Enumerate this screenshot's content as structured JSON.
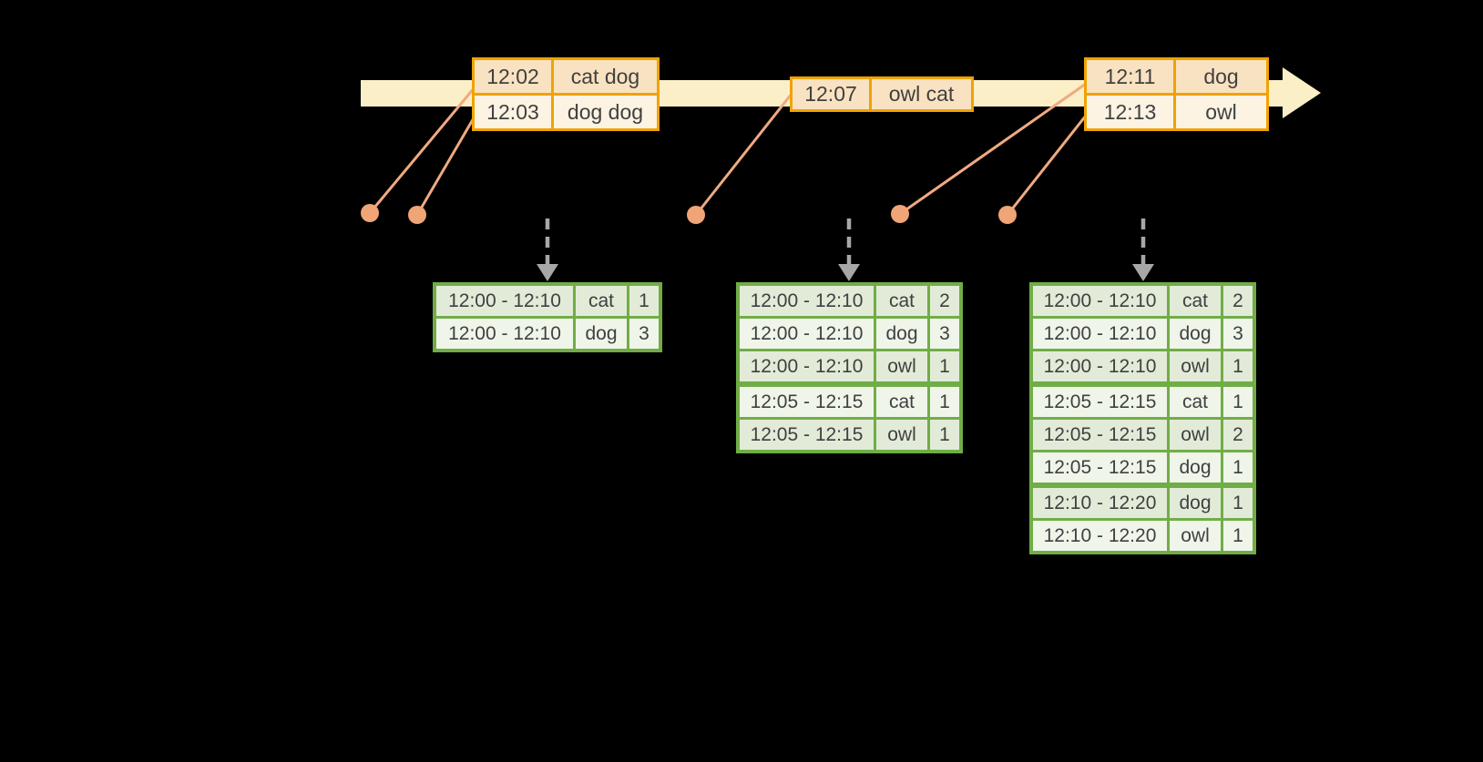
{
  "colors": {
    "background": "#000000",
    "timeline_fill": "#FBEFC7",
    "event_table_border": "#F0A202",
    "event_row_dark": "#F9E2C1",
    "event_row_light": "#FCF3E2",
    "connector_line": "#F0AA80",
    "connector_dot": "#F0A577",
    "trigger_arrow_gray": "#A7A7A7",
    "result_table_border": "#70AD47",
    "result_row_dark": "#E2EBD8",
    "result_row_light": "#F0F5EA",
    "text": "#404040"
  },
  "event_tables": [
    {
      "rows": [
        {
          "time": "12:02",
          "words": "cat dog"
        },
        {
          "time": "12:03",
          "words": "dog dog"
        }
      ]
    },
    {
      "rows": [
        {
          "time": "12:07",
          "words": "owl cat"
        }
      ]
    },
    {
      "rows": [
        {
          "time": "12:11",
          "words": "dog"
        },
        {
          "time": "12:13",
          "words": "owl"
        }
      ]
    }
  ],
  "result_tables": [
    {
      "rows": [
        {
          "window": "12:00 - 12:10",
          "word": "cat",
          "count": "1"
        },
        {
          "window": "12:00 - 12:10",
          "word": "dog",
          "count": "3"
        }
      ]
    },
    {
      "rows": [
        {
          "window": "12:00 - 12:10",
          "word": "cat",
          "count": "2"
        },
        {
          "window": "12:00 - 12:10",
          "word": "dog",
          "count": "3"
        },
        {
          "window": "12:00 - 12:10",
          "word": "owl",
          "count": "1"
        },
        {
          "window": "12:05 - 12:15",
          "word": "cat",
          "count": "1"
        },
        {
          "window": "12:05 - 12:15",
          "word": "owl",
          "count": "1"
        }
      ]
    },
    {
      "rows": [
        {
          "window": "12:00 - 12:10",
          "word": "cat",
          "count": "2"
        },
        {
          "window": "12:00 - 12:10",
          "word": "dog",
          "count": "3"
        },
        {
          "window": "12:00 - 12:10",
          "word": "owl",
          "count": "1"
        },
        {
          "window": "12:05 - 12:15",
          "word": "cat",
          "count": "1"
        },
        {
          "window": "12:05 - 12:15",
          "word": "owl",
          "count": "2"
        },
        {
          "window": "12:05 - 12:15",
          "word": "dog",
          "count": "1"
        },
        {
          "window": "12:10 - 12:20",
          "word": "dog",
          "count": "1"
        },
        {
          "window": "12:10 - 12:20",
          "word": "owl",
          "count": "1"
        }
      ]
    }
  ]
}
